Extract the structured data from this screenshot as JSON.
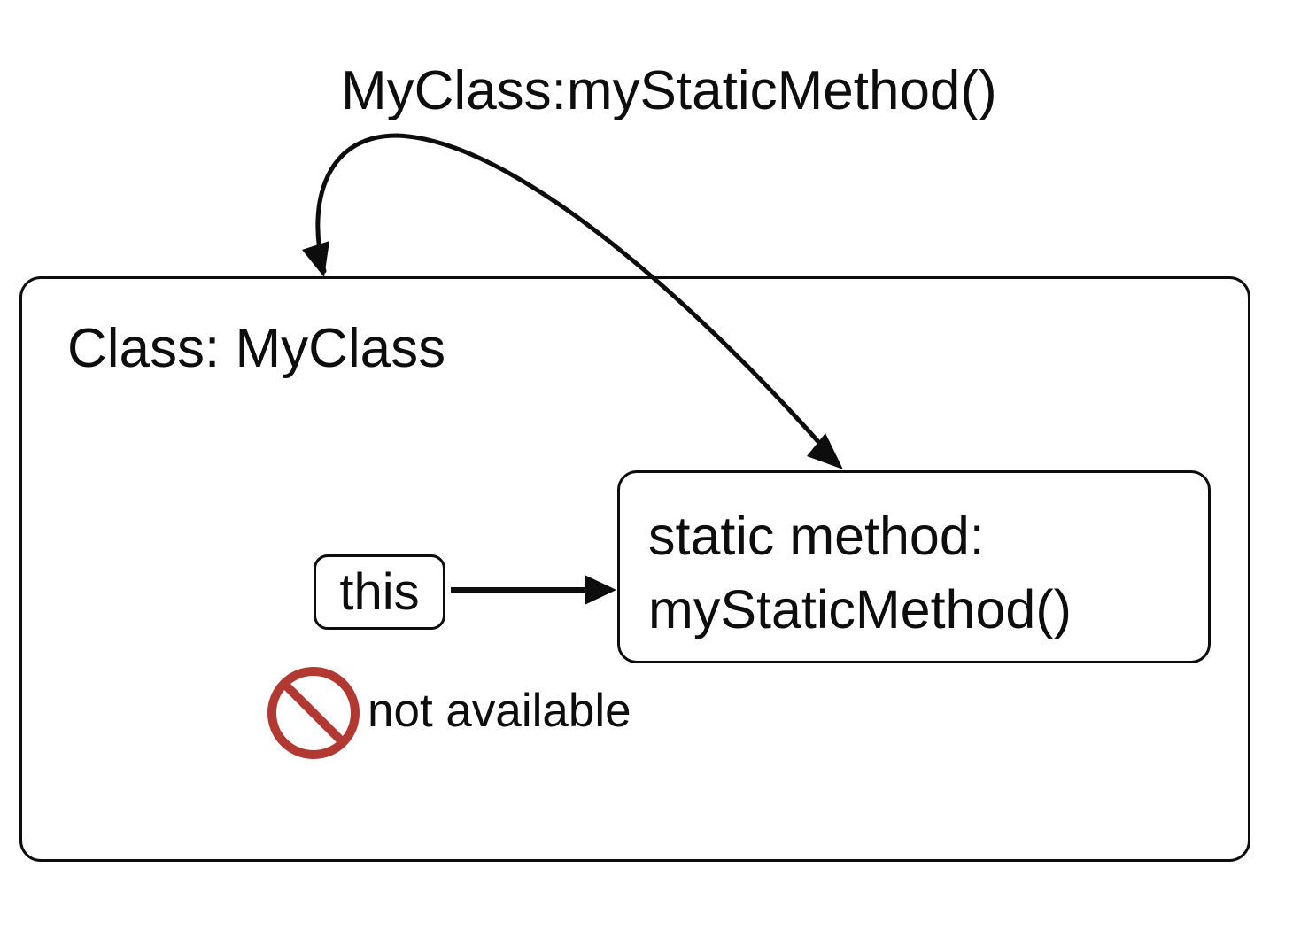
{
  "diagram": {
    "title": "MyClass:myStaticMethod()",
    "class_box": {
      "label": "Class: MyClass"
    },
    "static_method_box": {
      "line1": "static method:",
      "line2": "myStaticMethod()"
    },
    "this_box": {
      "label": "this"
    },
    "not_available": {
      "label": "not available",
      "icon": "no-symbol-icon"
    },
    "colors": {
      "ink": "#0d0d0d",
      "prohibition_red": "#b23931",
      "background": "#ffffff"
    }
  }
}
